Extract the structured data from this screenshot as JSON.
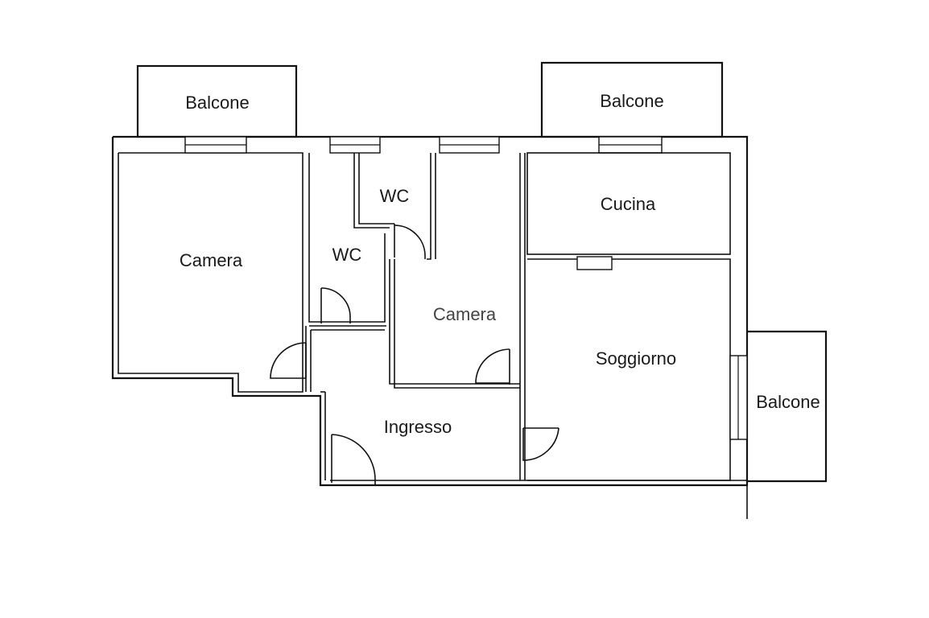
{
  "rooms": {
    "balcone_top_left": "Balcone",
    "balcone_top_right": "Balcone",
    "balcone_right": "Balcone",
    "camera_left": "Camera",
    "wc_small": "WC",
    "wc_large": "WC",
    "camera_center": "Camera",
    "cucina": "Cucina",
    "soggiorno": "Soggiorno",
    "ingresso": "Ingresso"
  }
}
